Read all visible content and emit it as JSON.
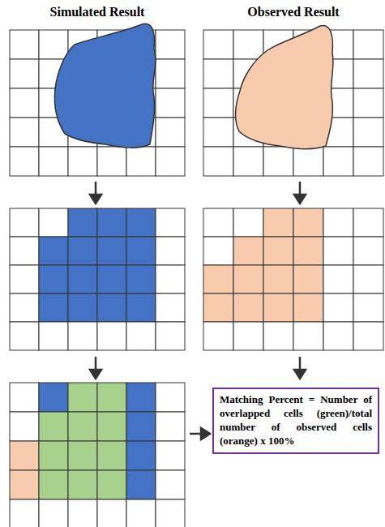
{
  "diagram": {
    "nodes": [
      {
        "text": [
          "Matching Percent = Number of overlapped cells (green)/total number of observed cells (orange) x 100%"
        ]
      }
    ],
    "labels": [
      "Simulated Result",
      "Observed Result"
    ]
  }
}
